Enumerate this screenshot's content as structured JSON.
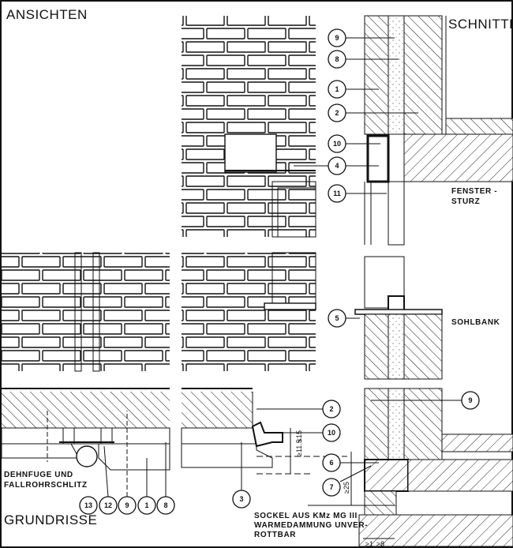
{
  "headings": {
    "views": "ANSICHTEN",
    "sections": "SCHNITTE",
    "plans": "GRUNDRISSE"
  },
  "annotations": {
    "lintel_1": "FENSTER -",
    "lintel_2": "STURZ",
    "sill": "SOHLBANK",
    "joint_1": "DEHNFUGE UND",
    "joint_2": "FALLROHRSCHLITZ",
    "base_1": "SOCKEL AUS KMz MG III",
    "base_2": "WARMEDAMMUNG UNVER-",
    "base_3": "ROTTBAR"
  },
  "dimensions": {
    "d1": "≥11.5",
    "d2": "≤15",
    "d3": "≥25",
    "d4": "≥1",
    "d5": "≥8"
  },
  "callouts": [
    "9",
    "8",
    "1",
    "2",
    "10",
    "4",
    "11",
    "5",
    "2",
    "10",
    "9",
    "6",
    "7",
    "3",
    "13",
    "12",
    "9",
    "1",
    "8"
  ]
}
